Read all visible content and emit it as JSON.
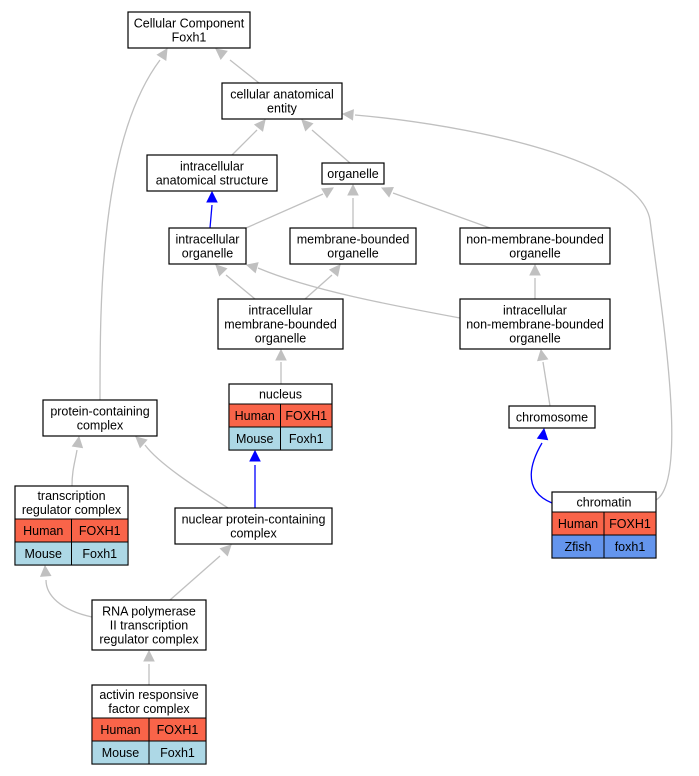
{
  "colors": {
    "human": "#f96449",
    "mouse": "#add8e6",
    "zfish": "#6495ed",
    "edge": "#c0c0c0",
    "edge_blue": "#0000ff"
  },
  "nodes": {
    "root": [
      "Cellular Component",
      "Foxh1"
    ],
    "cae": [
      "cellular anatomical",
      "entity"
    ],
    "ias": [
      "intracellular",
      "anatomical structure"
    ],
    "organelle": [
      "organelle"
    ],
    "io": [
      "intracellular",
      "organelle"
    ],
    "mbo": [
      "membrane-bounded",
      "organelle"
    ],
    "nmbo": [
      "non-membrane-bounded",
      "organelle"
    ],
    "imbo": [
      "intracellular",
      "membrane-bounded",
      "organelle"
    ],
    "inmbo": [
      "intracellular",
      "non-membrane-bounded",
      "organelle"
    ],
    "nucleus": [
      "nucleus"
    ],
    "chromosome": [
      "chromosome"
    ],
    "pcc": [
      "protein-containing",
      "complex"
    ],
    "trc": [
      "transcription",
      "regulator complex"
    ],
    "npcc": [
      "nuclear protein-containing",
      "complex"
    ],
    "chromatin": [
      "chromatin"
    ],
    "rnap": [
      "RNA polymerase",
      "II transcription",
      "regulator complex"
    ],
    "arfc": [
      "activin responsive",
      "factor complex"
    ]
  },
  "gene_tables": {
    "nucleus": [
      [
        "Human",
        "FOXH1",
        "human"
      ],
      [
        "Mouse",
        "Foxh1",
        "mouse"
      ]
    ],
    "trc": [
      [
        "Human",
        "FOXH1",
        "human"
      ],
      [
        "Mouse",
        "Foxh1",
        "mouse"
      ]
    ],
    "chromatin": [
      [
        "Human",
        "FOXH1",
        "human"
      ],
      [
        "Zfish",
        "foxh1",
        "zfish"
      ]
    ],
    "arfc": [
      [
        "Human",
        "FOXH1",
        "human"
      ],
      [
        "Mouse",
        "Foxh1",
        "mouse"
      ]
    ]
  }
}
